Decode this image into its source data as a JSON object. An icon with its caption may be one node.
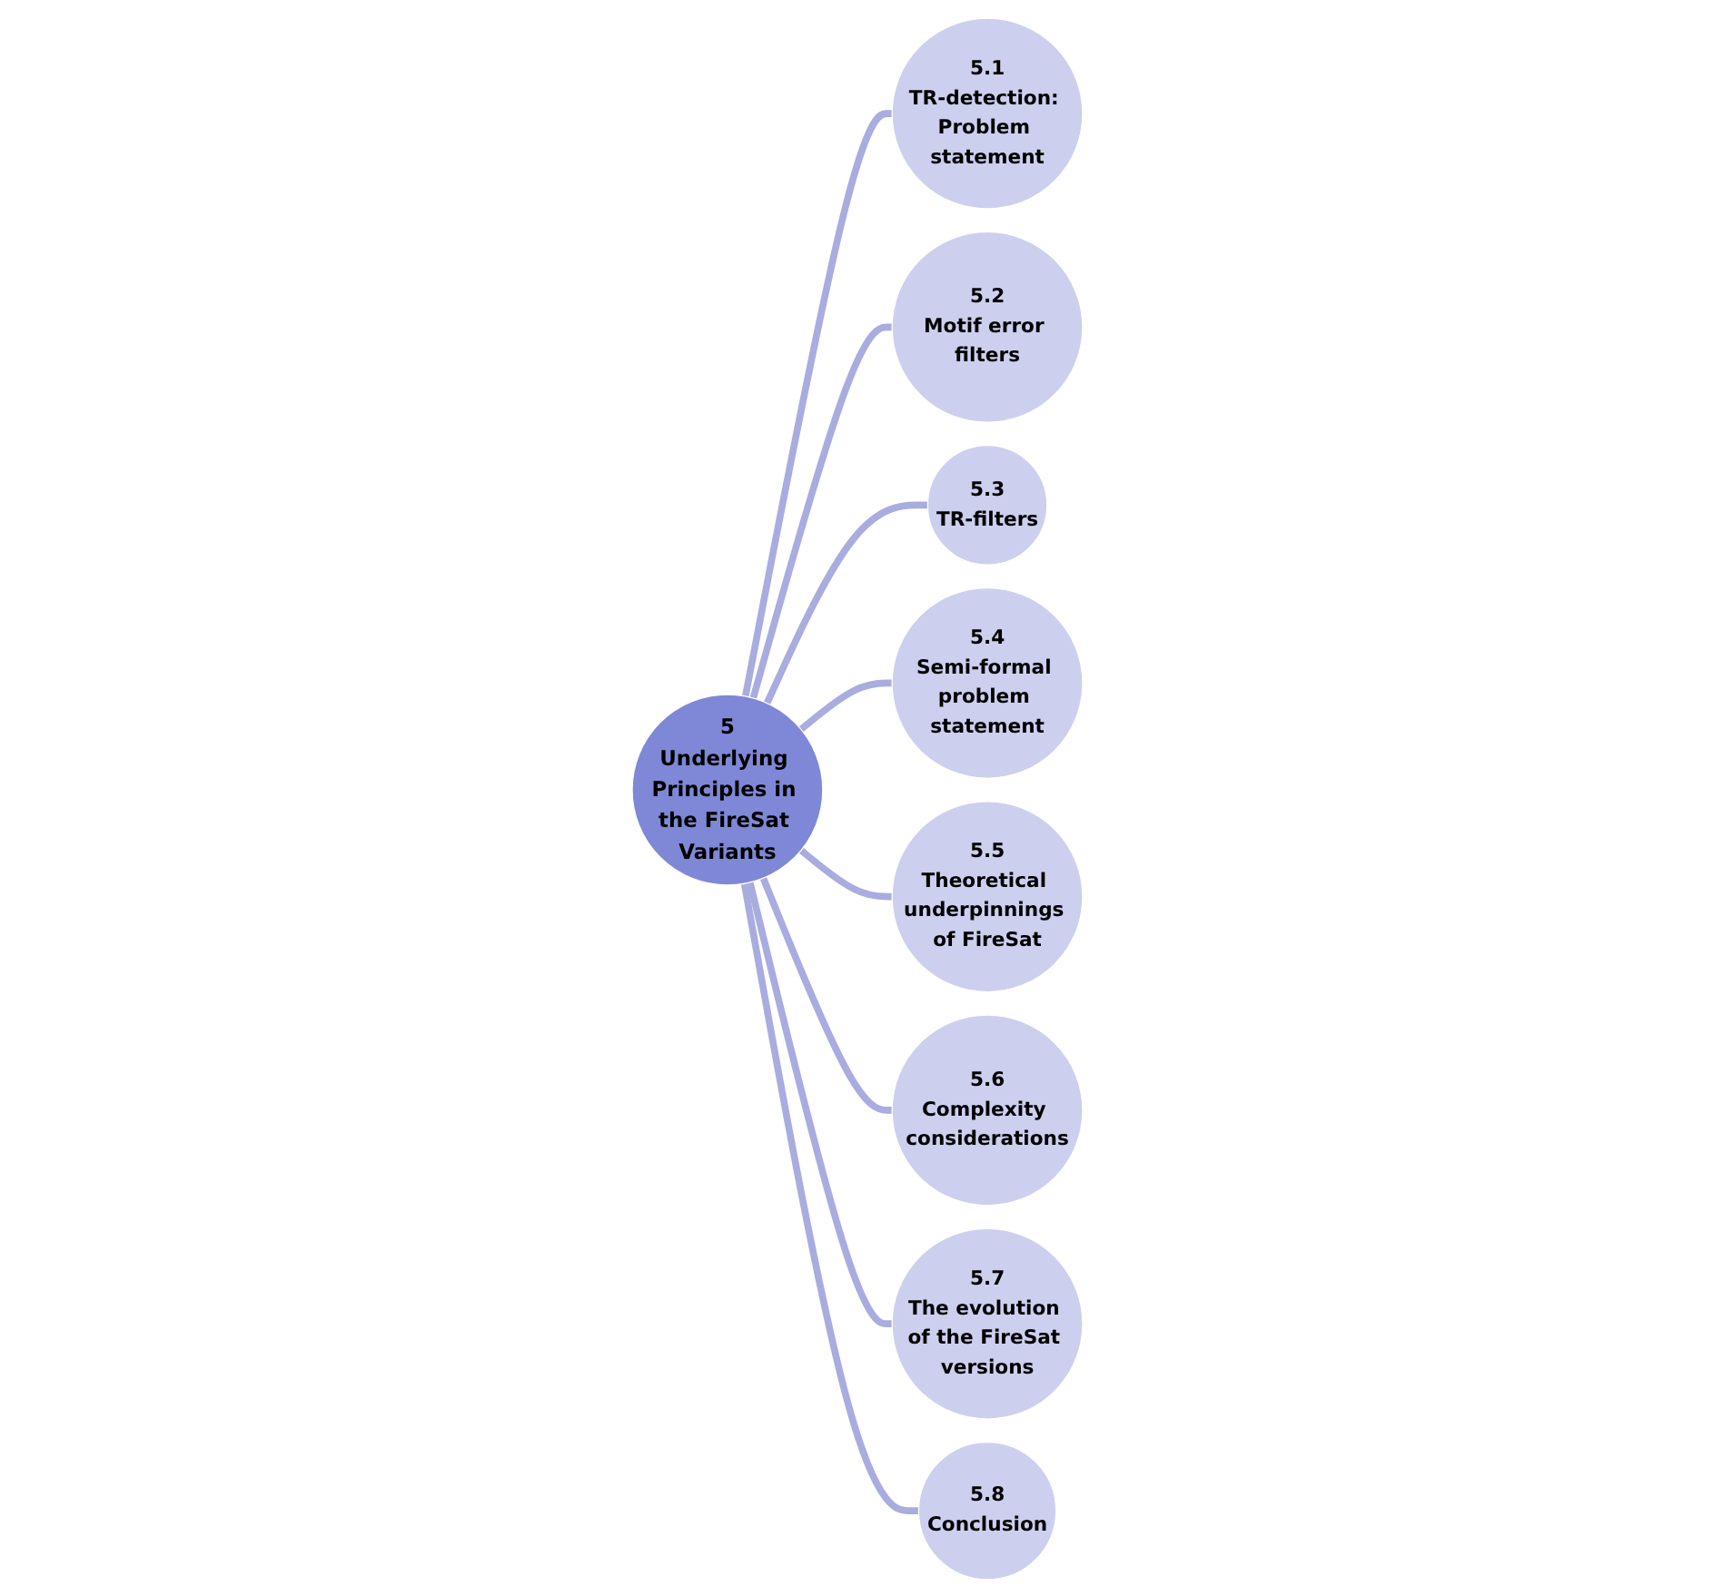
{
  "diagram": {
    "nodes": [
      {
        "text": [
          "5",
          "Underlying Principles in the FireSat Variants"
        ]
      },
      {
        "text": [
          "5.1",
          "TR-detection: Problem statement"
        ]
      },
      {
        "text": [
          "5.2",
          "Motif error filters"
        ]
      },
      {
        "text": [
          "5.3",
          "TR-filters"
        ]
      },
      {
        "text": [
          "5.4",
          "Semi-formal problem statement"
        ]
      },
      {
        "text": [
          "5.5",
          "Theoretical underpinnings of FireSat"
        ]
      },
      {
        "text": [
          "5.6",
          "Complexity considerations"
        ]
      },
      {
        "text": [
          "5.7",
          "The evolution of the FireSat versions"
        ]
      },
      {
        "text": [
          "5.8",
          "Conclusion"
        ]
      }
    ],
    "edges": [
      {
        "from": 0,
        "to": 1,
        "arrow": "none"
      },
      {
        "from": 0,
        "to": 2,
        "arrow": "none"
      },
      {
        "from": 0,
        "to": 3,
        "arrow": "none"
      },
      {
        "from": 0,
        "to": 4,
        "arrow": "none"
      },
      {
        "from": 0,
        "to": 5,
        "arrow": "none"
      },
      {
        "from": 0,
        "to": 6,
        "arrow": "none"
      },
      {
        "from": 0,
        "to": 7,
        "arrow": "none"
      },
      {
        "from": 0,
        "to": 8,
        "arrow": "none"
      }
    ]
  }
}
